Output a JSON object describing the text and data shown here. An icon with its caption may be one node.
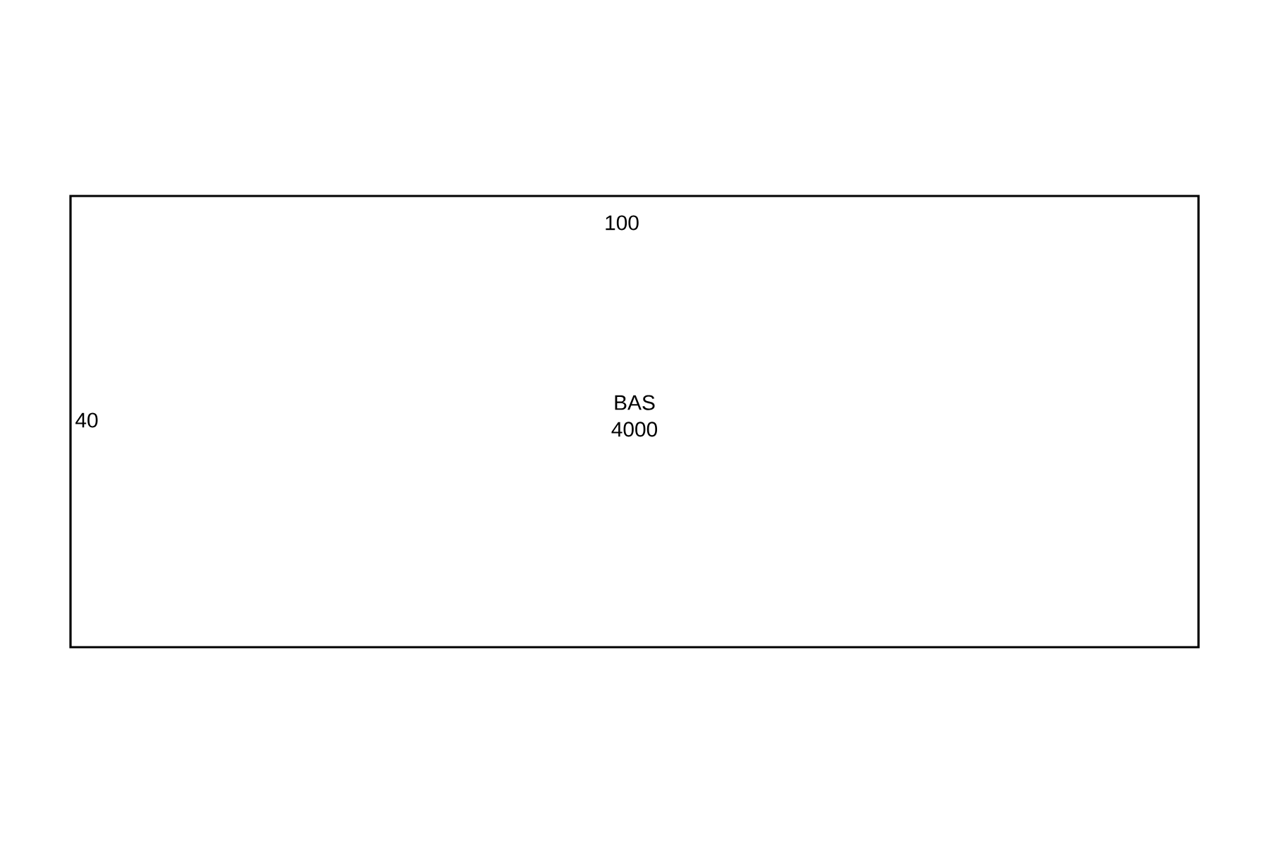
{
  "diagram": {
    "nodes": [
      {
        "text": [
          "BAS 4000"
        ]
      }
    ],
    "labels": [
      "100",
      "40"
    ]
  }
}
